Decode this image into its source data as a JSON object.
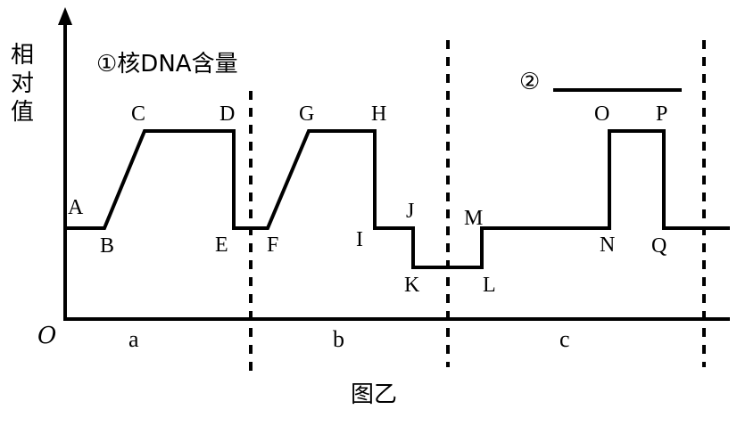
{
  "figure": {
    "y_axis_label": [
      "相",
      "对",
      "值"
    ],
    "origin_label": "O",
    "legend_1": "①核DNA含量",
    "legend_2": "②",
    "caption": "图乙",
    "sections": [
      "a",
      "b",
      "c"
    ]
  },
  "points": {
    "A": "A",
    "B": "B",
    "C": "C",
    "D": "D",
    "E": "E",
    "F": "F",
    "G": "G",
    "H": "H",
    "I": "I",
    "J": "J",
    "K": "K",
    "L": "L",
    "M": "M",
    "N": "N",
    "O": "O",
    "P": "P",
    "Q": "Q"
  }
}
